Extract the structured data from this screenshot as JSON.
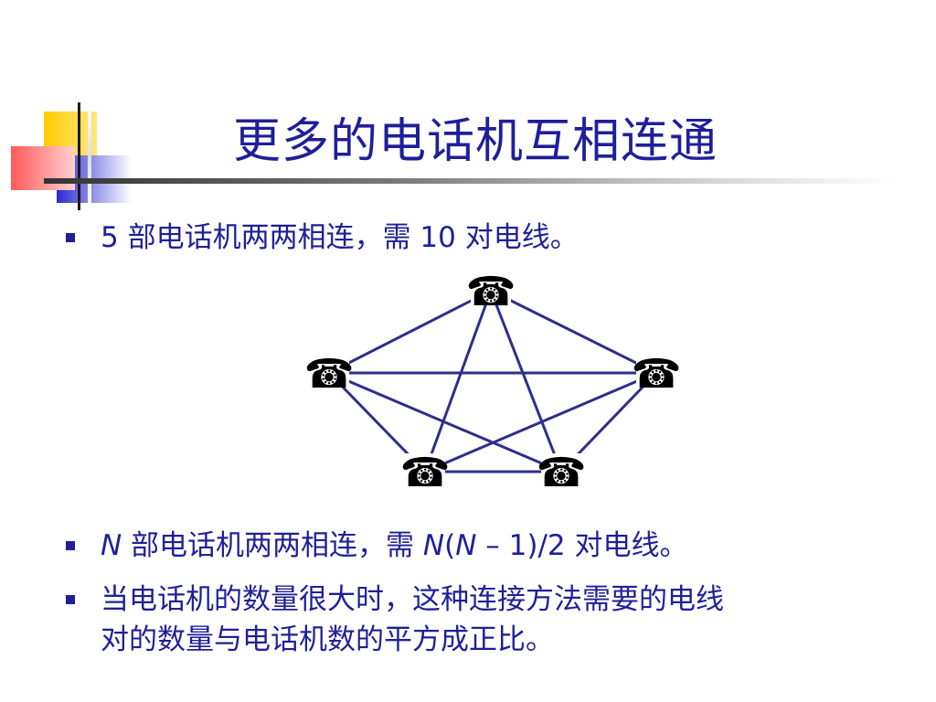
{
  "slide": {
    "title": "更多的电话机互相连通",
    "bullets": [
      {
        "text": "5 部电话机两两相连，需 10 对电线。"
      },
      {
        "parts": {
          "n1": "N",
          "t1": " 部电话机两两相连，需 ",
          "n2": "N",
          "t2": "(",
          "n3": "N",
          "t3": " – 1)/2 对电线。"
        }
      },
      {
        "line1": "当电话机的数量很大时，这种连接方法需要的电线",
        "line2": "对的数量与电话机数的平方成正比。"
      }
    ]
  },
  "diagram": {
    "node_count": 5,
    "edge_count": 10,
    "line_color": "#2e2e8c",
    "phone_glyph": "☎",
    "phone_icon": "telephone-icon"
  },
  "colors": {
    "title": "#1f1f99",
    "text": "#1f1f99",
    "deco_yellow": "#ffcc00",
    "deco_blue": "#3333cc",
    "deco_red": "#ff4d4d"
  }
}
